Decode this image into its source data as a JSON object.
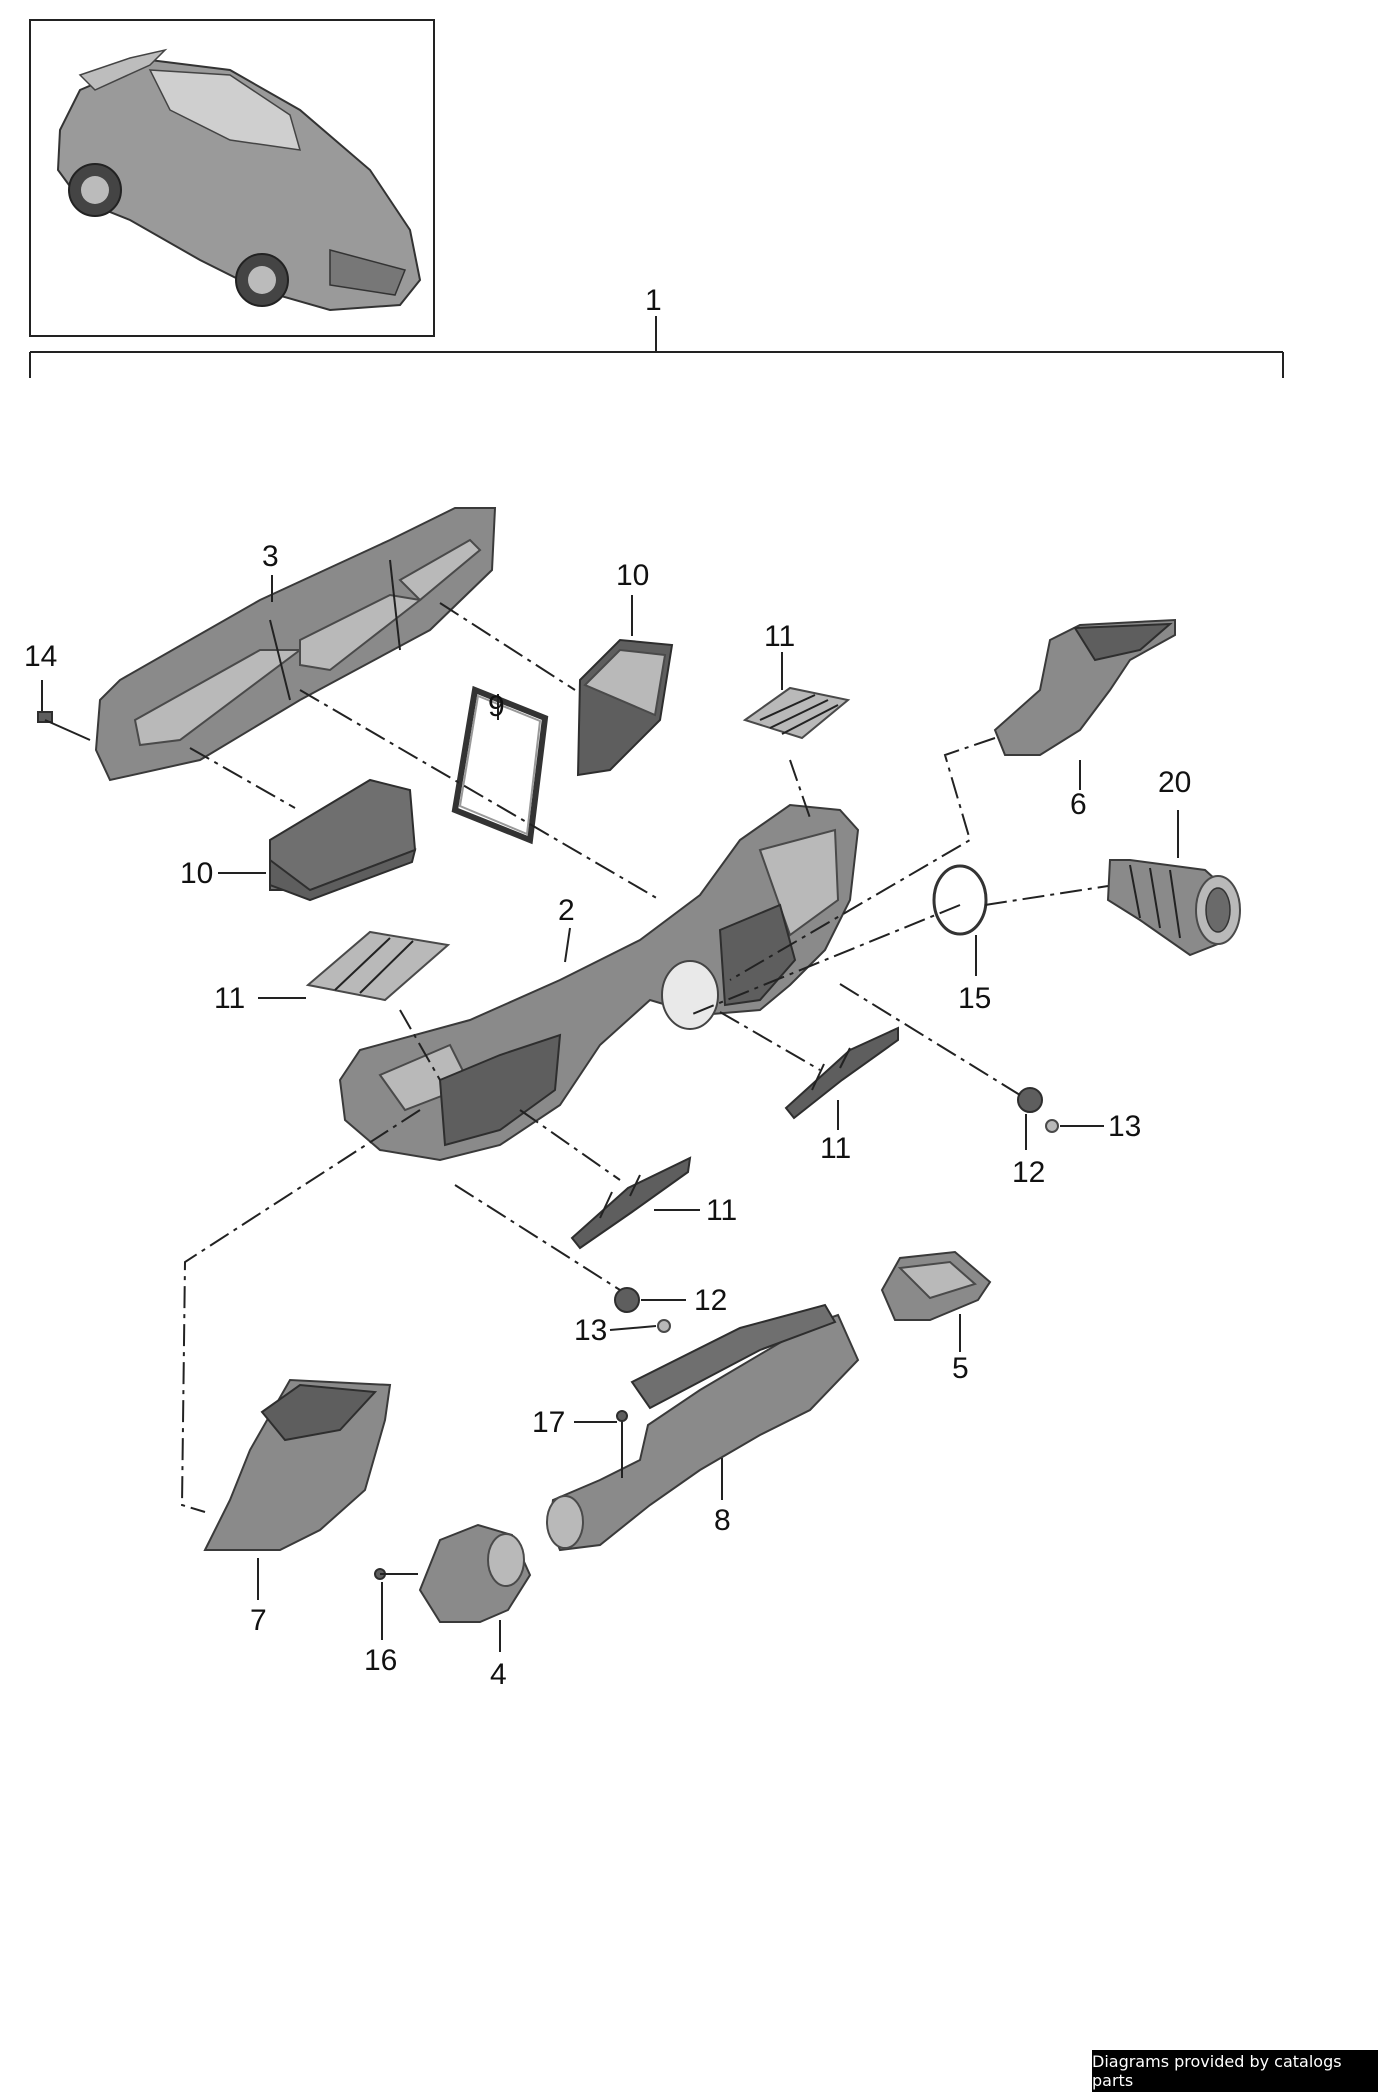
{
  "assembly_label": "1",
  "callouts": {
    "c2": "2",
    "c3": "3",
    "c4": "4",
    "c5": "5",
    "c6": "6",
    "c7": "7",
    "c8": "8",
    "c9": "9",
    "c10a": "10",
    "c10b": "10",
    "c11a": "11",
    "c11b": "11",
    "c11c": "11",
    "c11d": "11",
    "c12a": "12",
    "c12b": "12",
    "c13a": "13",
    "c13b": "13",
    "c14": "14",
    "c15": "15",
    "c16": "16",
    "c17": "17",
    "c20": "20"
  },
  "footer": {
    "credit": "Diagrams provided by catalogs parts"
  },
  "colors": {
    "part_mid": "#8a8a8a",
    "part_dark": "#5e5e5e",
    "footer_bg": "#000000"
  }
}
